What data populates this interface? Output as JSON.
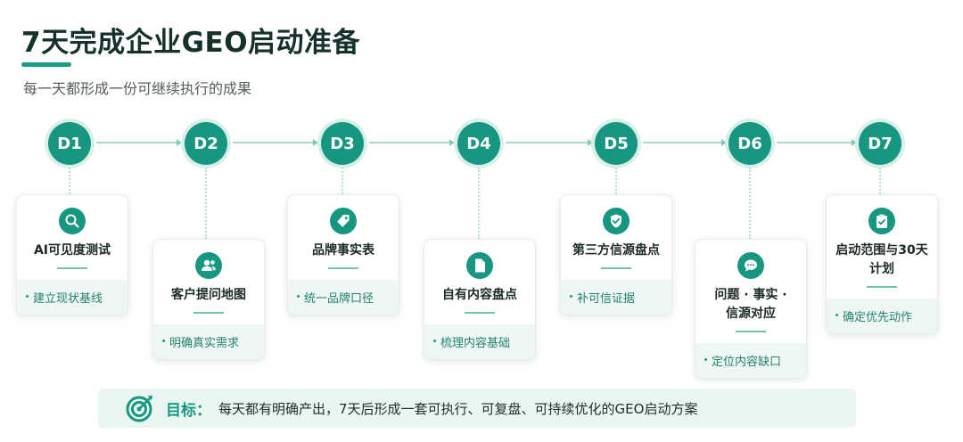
{
  "header": {
    "title": "7天完成企业GEO启动准备",
    "subtitle": "每一天都形成一份可继续执行的成果"
  },
  "days": [
    {
      "label": "D1",
      "icon": "search-icon",
      "title": "AI可见度测试",
      "item": "建立现状基线"
    },
    {
      "label": "D2",
      "icon": "users-icon",
      "title": "客户提问地图",
      "item": "明确真实需求"
    },
    {
      "label": "D3",
      "icon": "tag-icon",
      "title": "品牌事实表",
      "item": "统一品牌口径"
    },
    {
      "label": "D4",
      "icon": "document-icon",
      "title": "自有内容盘点",
      "item": "梳理内容基础"
    },
    {
      "label": "D5",
      "icon": "shield-check-icon",
      "title": "第三方信源盘点",
      "item": "补可信证据"
    },
    {
      "label": "D6",
      "icon": "chat-icon",
      "title_line1": "问题 · 事实 ·",
      "title_line2": "信源对应",
      "item": "定位内容缺口"
    },
    {
      "label": "D7",
      "icon": "clipboard-check-icon",
      "title_line1": "启动范围与30天",
      "title_line2": "计划",
      "item": "确定优先动作"
    }
  ],
  "goal": {
    "icon": "target-icon",
    "label": "目标：",
    "text": "每天都有明确产出，7天后形成一套可执行、可复盘、可持续优化的GEO启动方案"
  },
  "colors": {
    "primary": "#17977f",
    "light": "#eef7f4",
    "line": "#a9dccf"
  }
}
